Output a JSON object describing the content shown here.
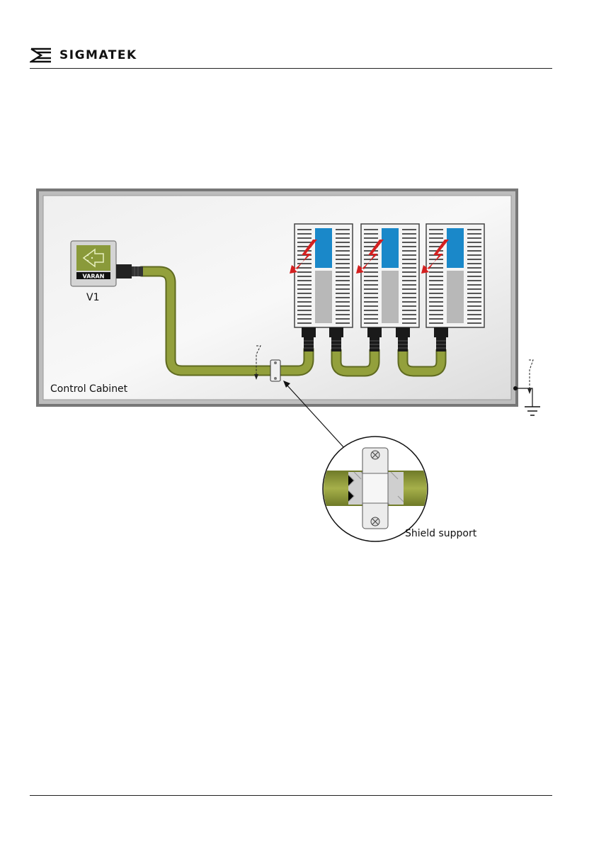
{
  "header": {
    "brand": "SIGMATEK"
  },
  "diagram": {
    "cabinet_label": "Control Cabinet",
    "device_label": "V1",
    "device_badge": "VARAN",
    "shield_label": "Shield support"
  },
  "colors": {
    "cable": "#8f9b3a",
    "cable_dark": "#6f7a28",
    "module_blue": "#1a88c9",
    "lightning": "#d42020",
    "cabinet_fill": "#e6e6e6"
  }
}
